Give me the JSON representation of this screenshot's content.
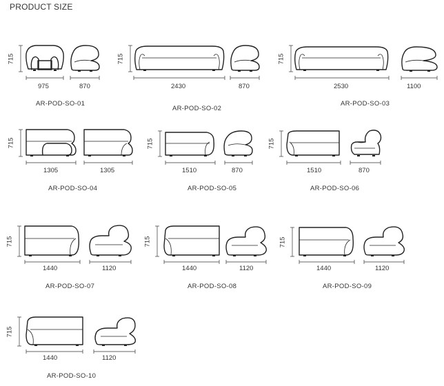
{
  "title": "PRODUCT SIZE",
  "height_label": "715",
  "products": [
    {
      "id": "p1",
      "code": "AR-POD-SO-01",
      "front_width": "975",
      "side_depth": "870"
    },
    {
      "id": "p2",
      "code": "AR-POD-SO-02",
      "front_width": "2430",
      "side_depth": "870"
    },
    {
      "id": "p3",
      "code": "AR-POD-SO-03",
      "front_width": "2530",
      "side_depth": "1100"
    },
    {
      "id": "p4",
      "code": "AR-POD-SO-04",
      "front_width": "1305",
      "side_depth": "1305"
    },
    {
      "id": "p5",
      "code": "AR-POD-SO-05",
      "front_width": "1510",
      "side_depth": "870"
    },
    {
      "id": "p6",
      "code": "AR-POD-SO-06",
      "front_width": "1510",
      "side_depth": "870"
    },
    {
      "id": "p7",
      "code": "AR-POD-SO-07",
      "front_width": "1440",
      "side_depth": "1120"
    },
    {
      "id": "p8",
      "code": "AR-POD-SO-08",
      "front_width": "1440",
      "side_depth": "1120"
    },
    {
      "id": "p9",
      "code": "AR-POD-SO-09",
      "front_width": "1440",
      "side_depth": "1120"
    },
    {
      "id": "p10",
      "code": "AR-POD-SO-10",
      "front_width": "1440",
      "side_depth": "1120"
    }
  ]
}
